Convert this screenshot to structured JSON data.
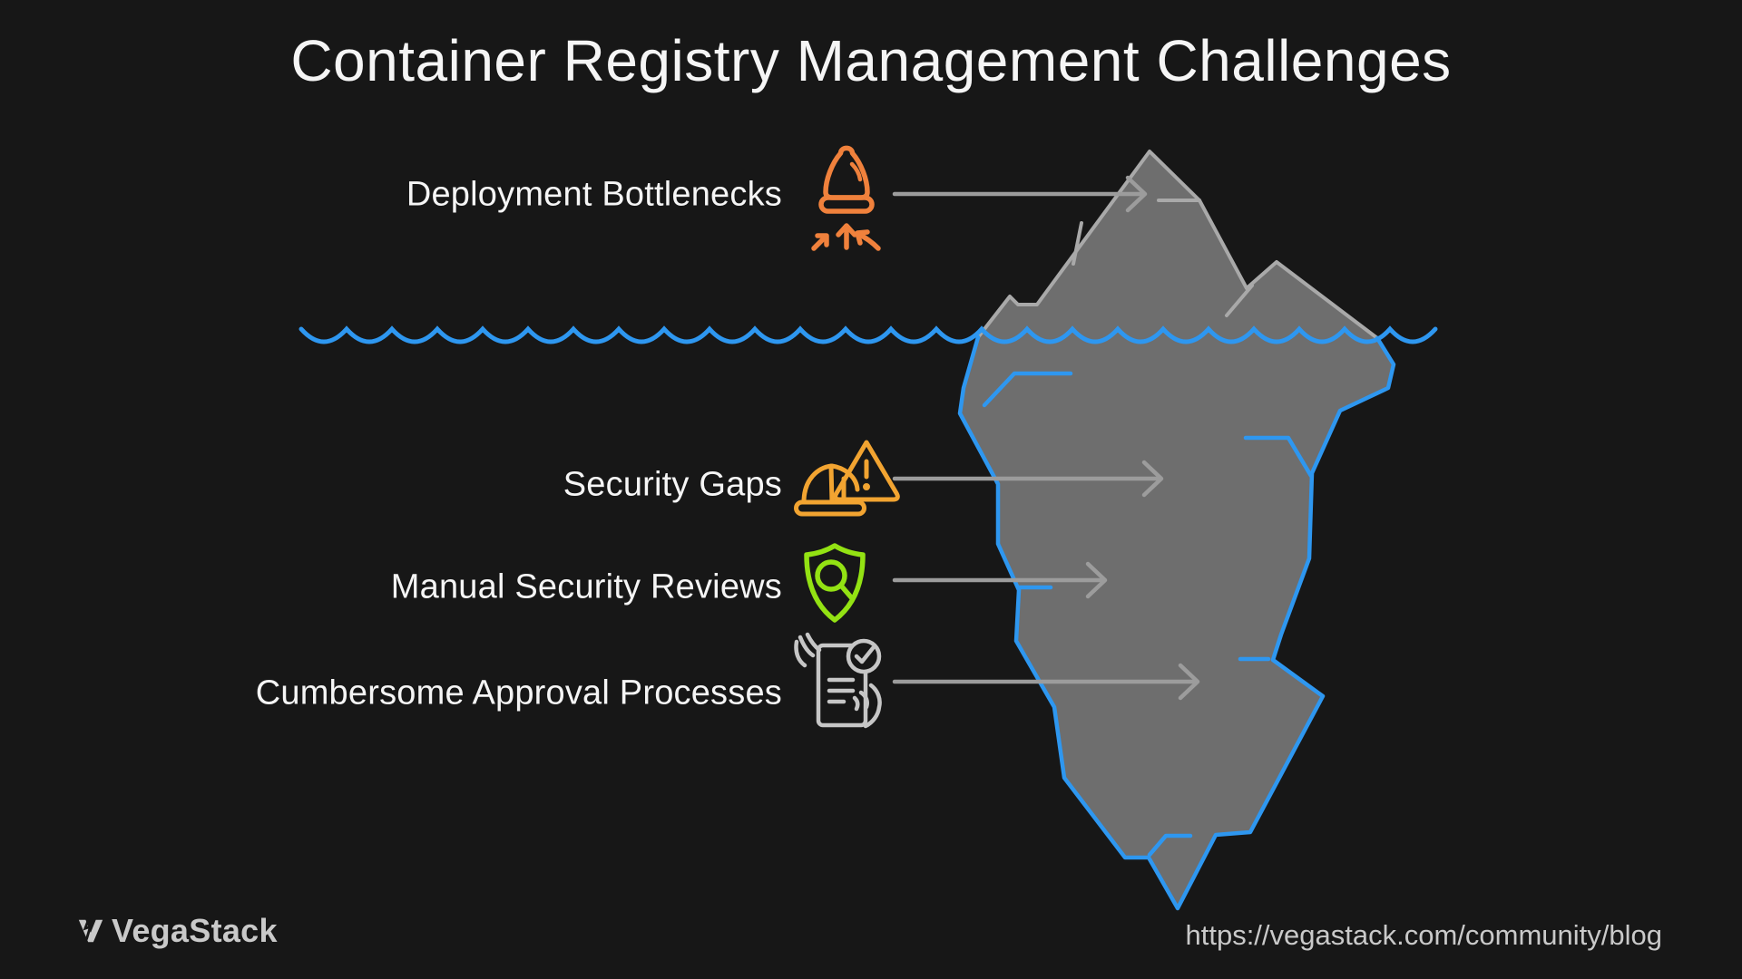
{
  "title": "Container Registry Management Challenges",
  "diagram": {
    "type": "iceberg",
    "metaphor": "visible challenge above waterline, hidden challenges below waterline",
    "above_water_items": [
      "Deployment Bottlenecks"
    ],
    "below_water_items": [
      "Security Gaps",
      "Manual Security Reviews",
      "Cumbersome Approval Processes"
    ]
  },
  "items": [
    {
      "label": "Deployment Bottlenecks",
      "icon": "bottleneck-convergence-icon",
      "color": "#F0813C"
    },
    {
      "label": "Security Gaps",
      "icon": "warning-hardhat-icon",
      "color": "#F2A431"
    },
    {
      "label": "Manual Security Reviews",
      "icon": "shield-search-icon",
      "color": "#93E213"
    },
    {
      "label": "Cumbersome Approval Processes",
      "icon": "document-approval-hands-icon",
      "color": "#C6C6C6"
    }
  ],
  "footer": {
    "logo_text": "VegaStack",
    "url": "https://vegastack.com/community/blog"
  },
  "colors": {
    "bg": "#171717",
    "text_primary": "#F5F5F5",
    "text_muted": "#C9C9C9",
    "iceberg_fill": "#6E6E6E",
    "iceberg_stroke_top": "#A9A9A9",
    "water_blue": "#2E97F0",
    "arrow_gray": "#9C9C9C",
    "accent_orange": "#F0813C",
    "accent_amber": "#F2A431",
    "accent_lime": "#93E213",
    "icon_gray": "#C6C6C6"
  }
}
